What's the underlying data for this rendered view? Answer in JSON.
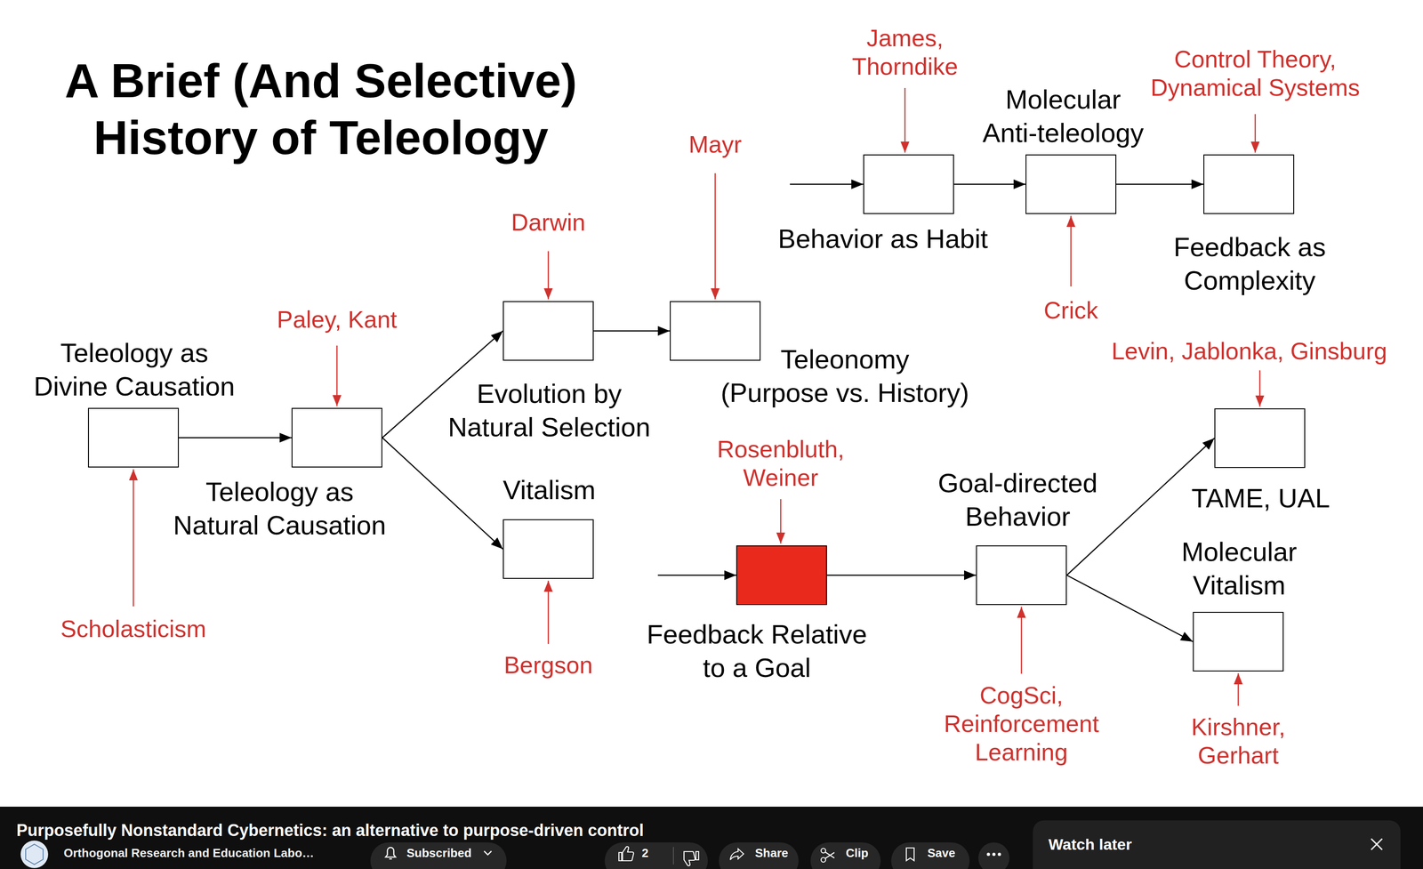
{
  "diagram": {
    "title": "A Brief (And Selective) History of Teleology",
    "nodes": [
      {
        "text": [
          "Teleology as Divine Causation"
        ]
      },
      {
        "text": [
          "Teleology as Natural Causation"
        ]
      },
      {
        "text": [
          "Evolution by Natural Selection"
        ]
      },
      {
        "text": [
          "Vitalism"
        ]
      },
      {
        "text": [
          "Teleonomy (Purpose vs. History)"
        ]
      },
      {
        "text": [
          "Behavior as Habit"
        ]
      },
      {
        "text": [
          "Molecular Anti-teleology"
        ]
      },
      {
        "text": [
          "Feedback as Complexity"
        ]
      },
      {
        "text": [
          "Feedback Relative to a Goal"
        ]
      },
      {
        "text": [
          "Goal-directed Behavior"
        ]
      },
      {
        "text": [
          "TAME, UAL"
        ]
      },
      {
        "text": [
          "Molecular Vitalism"
        ]
      }
    ],
    "edges": [
      {
        "from": 0,
        "to": 1,
        "arrow": "to"
      },
      {
        "from": 1,
        "to": 2,
        "arrow": "to"
      },
      {
        "from": 1,
        "to": 3,
        "arrow": "to"
      },
      {
        "from": 2,
        "to": 4,
        "arrow": "to"
      },
      {
        "from": 5,
        "to": 6,
        "arrow": "to"
      },
      {
        "from": 6,
        "to": 7,
        "arrow": "to"
      },
      {
        "from": 8,
        "to": 9,
        "arrow": "to"
      },
      {
        "from": 9,
        "to": 10,
        "arrow": "to"
      },
      {
        "from": 9,
        "to": 11,
        "arrow": "to"
      }
    ],
    "labels": [
      "Scholasticism",
      "Paley, Kant",
      "Darwin",
      "Bergson",
      "Mayr",
      "James, Thorndike",
      "Crick",
      "Control Theory, Dynamical Systems",
      "Rosenbluth, Weiner",
      "CogSci, Reinforcement Learning",
      "Levin, Jablonka, Ginsburg",
      "Kirshner, Gerhart",
      "Purposefully Nonstandard Cybernetics: an alternative to purpose-driven control",
      "Orthogonal Research and Education Labo…",
      "Subscribed",
      "2",
      "Share",
      "Clip",
      "Save",
      "Watch later"
    ]
  }
}
